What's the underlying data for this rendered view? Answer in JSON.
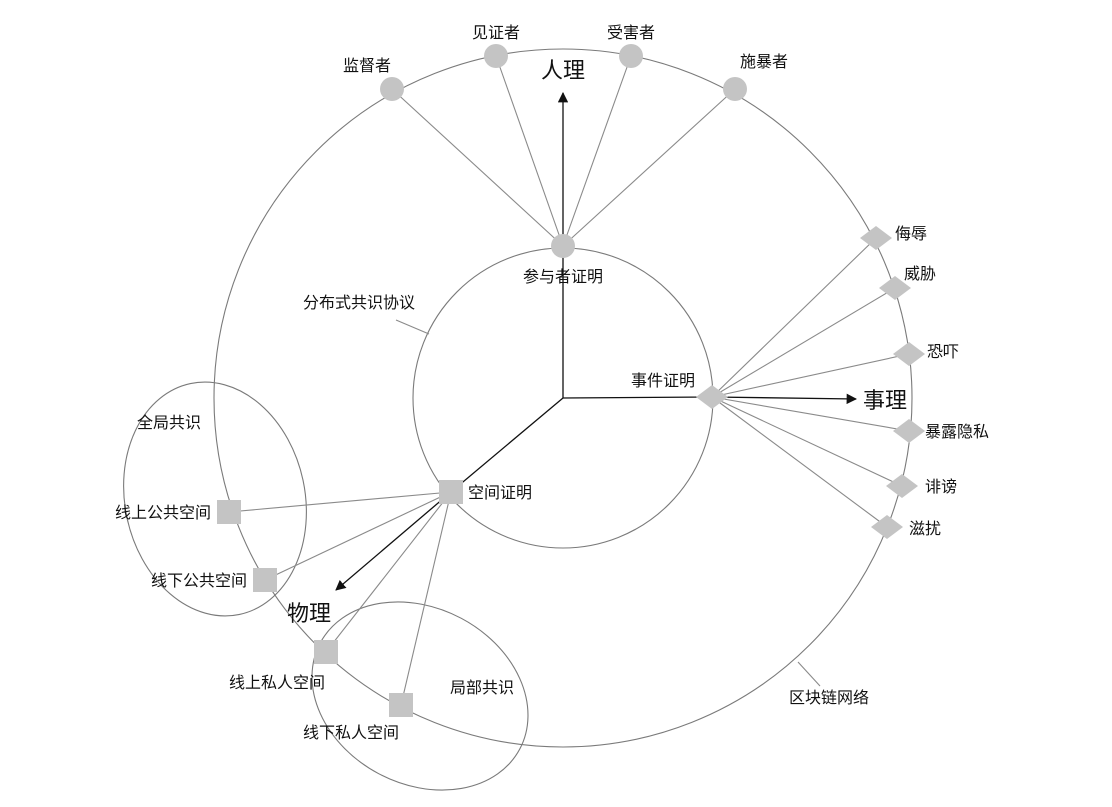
{
  "axes": {
    "people": "人理",
    "affairs": "事理",
    "physical": "物理"
  },
  "hubs": {
    "participant": "参与者证明",
    "event": "事件证明",
    "space": "空间证明"
  },
  "circles": {
    "inner": "分布式共识协议",
    "outer": "区块链网络",
    "global": "全局共识",
    "local": "局部共识"
  },
  "participants": [
    "监督者",
    "见证者",
    "受害者",
    "施暴者"
  ],
  "events": [
    "侮辱",
    "威胁",
    "恐吓",
    "暴露隐私",
    "诽谤",
    "滋扰"
  ],
  "spaces": [
    "线上公共空间",
    "线下公共空间",
    "线上私人空间",
    "线下私人空间"
  ],
  "colors": {
    "node": "#c4c4c4",
    "line": "#8a8a8a",
    "arrow": "#111111"
  }
}
